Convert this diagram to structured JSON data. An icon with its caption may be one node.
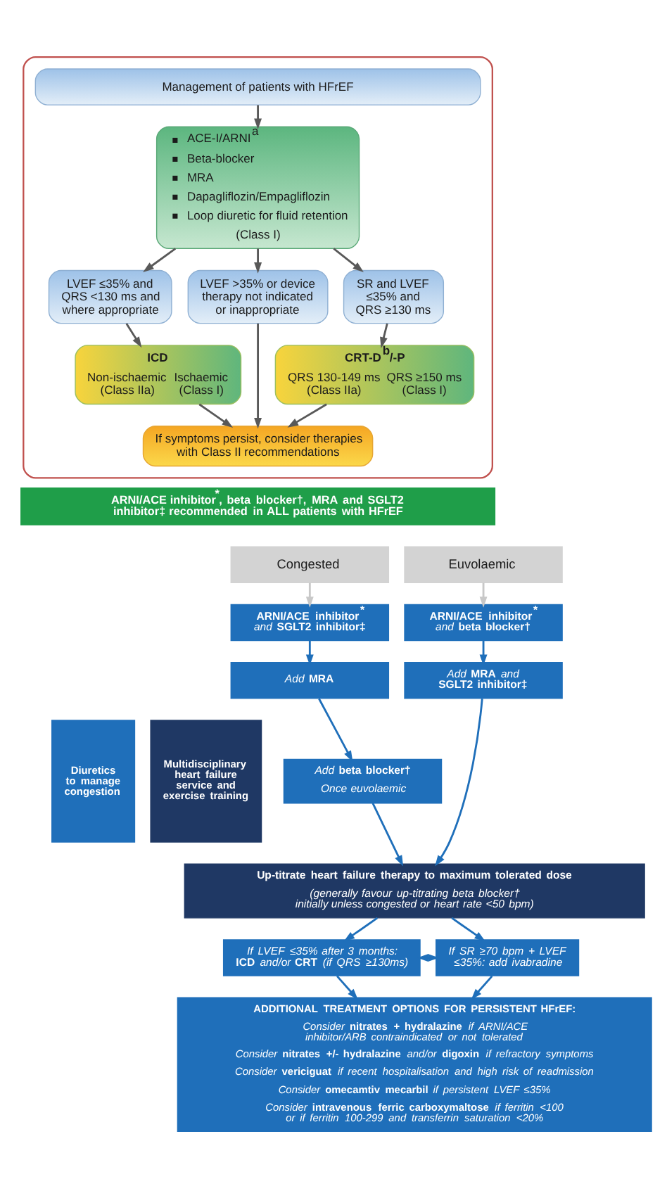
{
  "diagram": {
    "nodes": [
      {
        "text": [],
        "shape": "box"
      },
      {
        "text": [
          "Management of patients with HFrEF"
        ],
        "in": 0
      },
      {
        "text": [
          "ACE-I/ARNI$^{a}$",
          "Beta-blocker",
          "MRA",
          "Dapagliflozin/Empagliflozin",
          "Loop diuretic for fluid retention",
          "(Class I)"
        ],
        "in": 0
      },
      {
        "text": [
          "LVEF ≤35% and QRS <130 ms and where appropriate"
        ],
        "in": 0
      },
      {
        "text": [
          "LVEF >35% or device therapy not indicated or inappropriate"
        ],
        "in": 0
      },
      {
        "text": [
          "SR and LVEF ≤35% and QRS ≥130 ms"
        ],
        "in": 0
      },
      {
        "text": [
          "ICD",
          "Non-ischaemic (Class IIa)",
          "Ischaemic (Class I)"
        ],
        "in": 0
      },
      {
        "text": [
          "CRT-D$^{b}$/-P",
          "QRS 130-149 ms (Class IIa)",
          "QRS ≥150 ms (Class I)"
        ],
        "in": 0
      },
      {
        "text": [
          "If symptoms persist, consider therapies with Class II recommendations"
        ],
        "in": 0
      },
      {
        "text": [
          "ARNI/ACE inhibitor$^{*}$, beta blocker†, MRA and SGLT2 inhibitor‡ recommended in ALL patients with HFrEF"
        ]
      },
      {
        "text": [
          "Diuretics to manage congestion"
        ]
      },
      {
        "text": [
          "Multidisciplinary heart failure service and exercise training"
        ]
      },
      {
        "text": [
          "Congested"
        ]
      },
      {
        "text": [
          "Euvolaemic"
        ]
      },
      {
        "text": [
          "**ARNI/ACE inhibitor$^{*}$** *and* **SGLT2 inhibitor‡**"
        ]
      },
      {
        "text": [
          "**ARNI/ACE inhibitor$^{*}$** *and* **beta blocker†**"
        ]
      },
      {
        "text": [
          "*Add* **MRA**"
        ]
      },
      {
        "text": [
          "*Add* **MRA** *and* **SGLT2 inhibitor‡**"
        ]
      },
      {
        "text": [
          "*Add* **beta blocker†**",
          "Once euvolaemic"
        ]
      },
      {
        "text": [
          "Up-titrate heart failure therapy to maximum tolerated dose",
          "(generally favour up-titrating beta blocker† initially unless congested or heart rate <50 bpm)"
        ]
      },
      {
        "text": [
          "*If LVEF ≤35% after 3 months:* **ICD** *and/or* **CRT** *(if QRS ≥130ms)*"
        ]
      },
      {
        "text": [
          "If SR ≥70 bpm + LVEF ≤35%: add ivabradine"
        ]
      },
      {
        "text": [
          "ADDITIONAL TREATMENT OPTIONS FOR PERSISTENT HFrEF:",
          "*Consider* **nitrates + hydralazine** *if ARNI/ACE inhibitor/ARB contraindicated or not tolerated*",
          "*Consider* **nitrates +/- hydralazine** *and/or* **digoxin** *if refractory symptoms*",
          "*Consider* **vericiguat** *if recent hospitalisation and high risk of readmission*",
          "*Consider* **omecamtiv mecarbil** *if persistent LVEF ≤35%*",
          "*Consider* **intravenous ferric carboxymaltose** *if ferritin <100 or if ferritin 100-299 and transferrin saturation <20%*"
        ]
      }
    ],
    "edges": [
      {
        "from": 1,
        "to": 2,
        "arrow": "to",
        "color": "#595959"
      },
      {
        "from": 2,
        "to": 3,
        "arrow": "to",
        "color": "#595959"
      },
      {
        "from": 2,
        "to": 4,
        "arrow": "to",
        "color": "#595959"
      },
      {
        "from": 2,
        "to": 5,
        "arrow": "to",
        "color": "#595959"
      },
      {
        "from": 3,
        "to": 6,
        "arrow": "to",
        "color": "#595959"
      },
      {
        "from": 5,
        "to": 7,
        "arrow": "to",
        "color": "#595959"
      },
      {
        "from": 6,
        "to": 8,
        "arrow": "to",
        "color": "#595959"
      },
      {
        "from": 4,
        "to": 8,
        "arrow": "to",
        "color": "#595959"
      },
      {
        "from": 7,
        "to": 8,
        "arrow": "to",
        "color": "#595959"
      },
      {
        "from": 12,
        "to": 14,
        "arrow": "to",
        "color": "#c8c8c8"
      },
      {
        "from": 13,
        "to": 15,
        "arrow": "to",
        "color": "#c8c8c8"
      },
      {
        "from": 14,
        "to": 16,
        "arrow": "to"
      },
      {
        "from": 15,
        "to": 17,
        "arrow": "to"
      },
      {
        "from": 16,
        "to": 18,
        "arrow": "to"
      },
      {
        "from": 18,
        "to": 19,
        "arrow": "to"
      },
      {
        "from": 17,
        "to": 19,
        "arrow": "to"
      },
      {
        "from": 19,
        "to": 20,
        "arrow": "to"
      },
      {
        "from": 19,
        "to": 21,
        "arrow": "to"
      },
      {
        "from": 20,
        "to": 21,
        "arrow": "both"
      },
      {
        "from": 20,
        "to": 22,
        "arrow": "to"
      },
      {
        "from": 21,
        "to": 22,
        "arrow": "to"
      }
    ]
  }
}
